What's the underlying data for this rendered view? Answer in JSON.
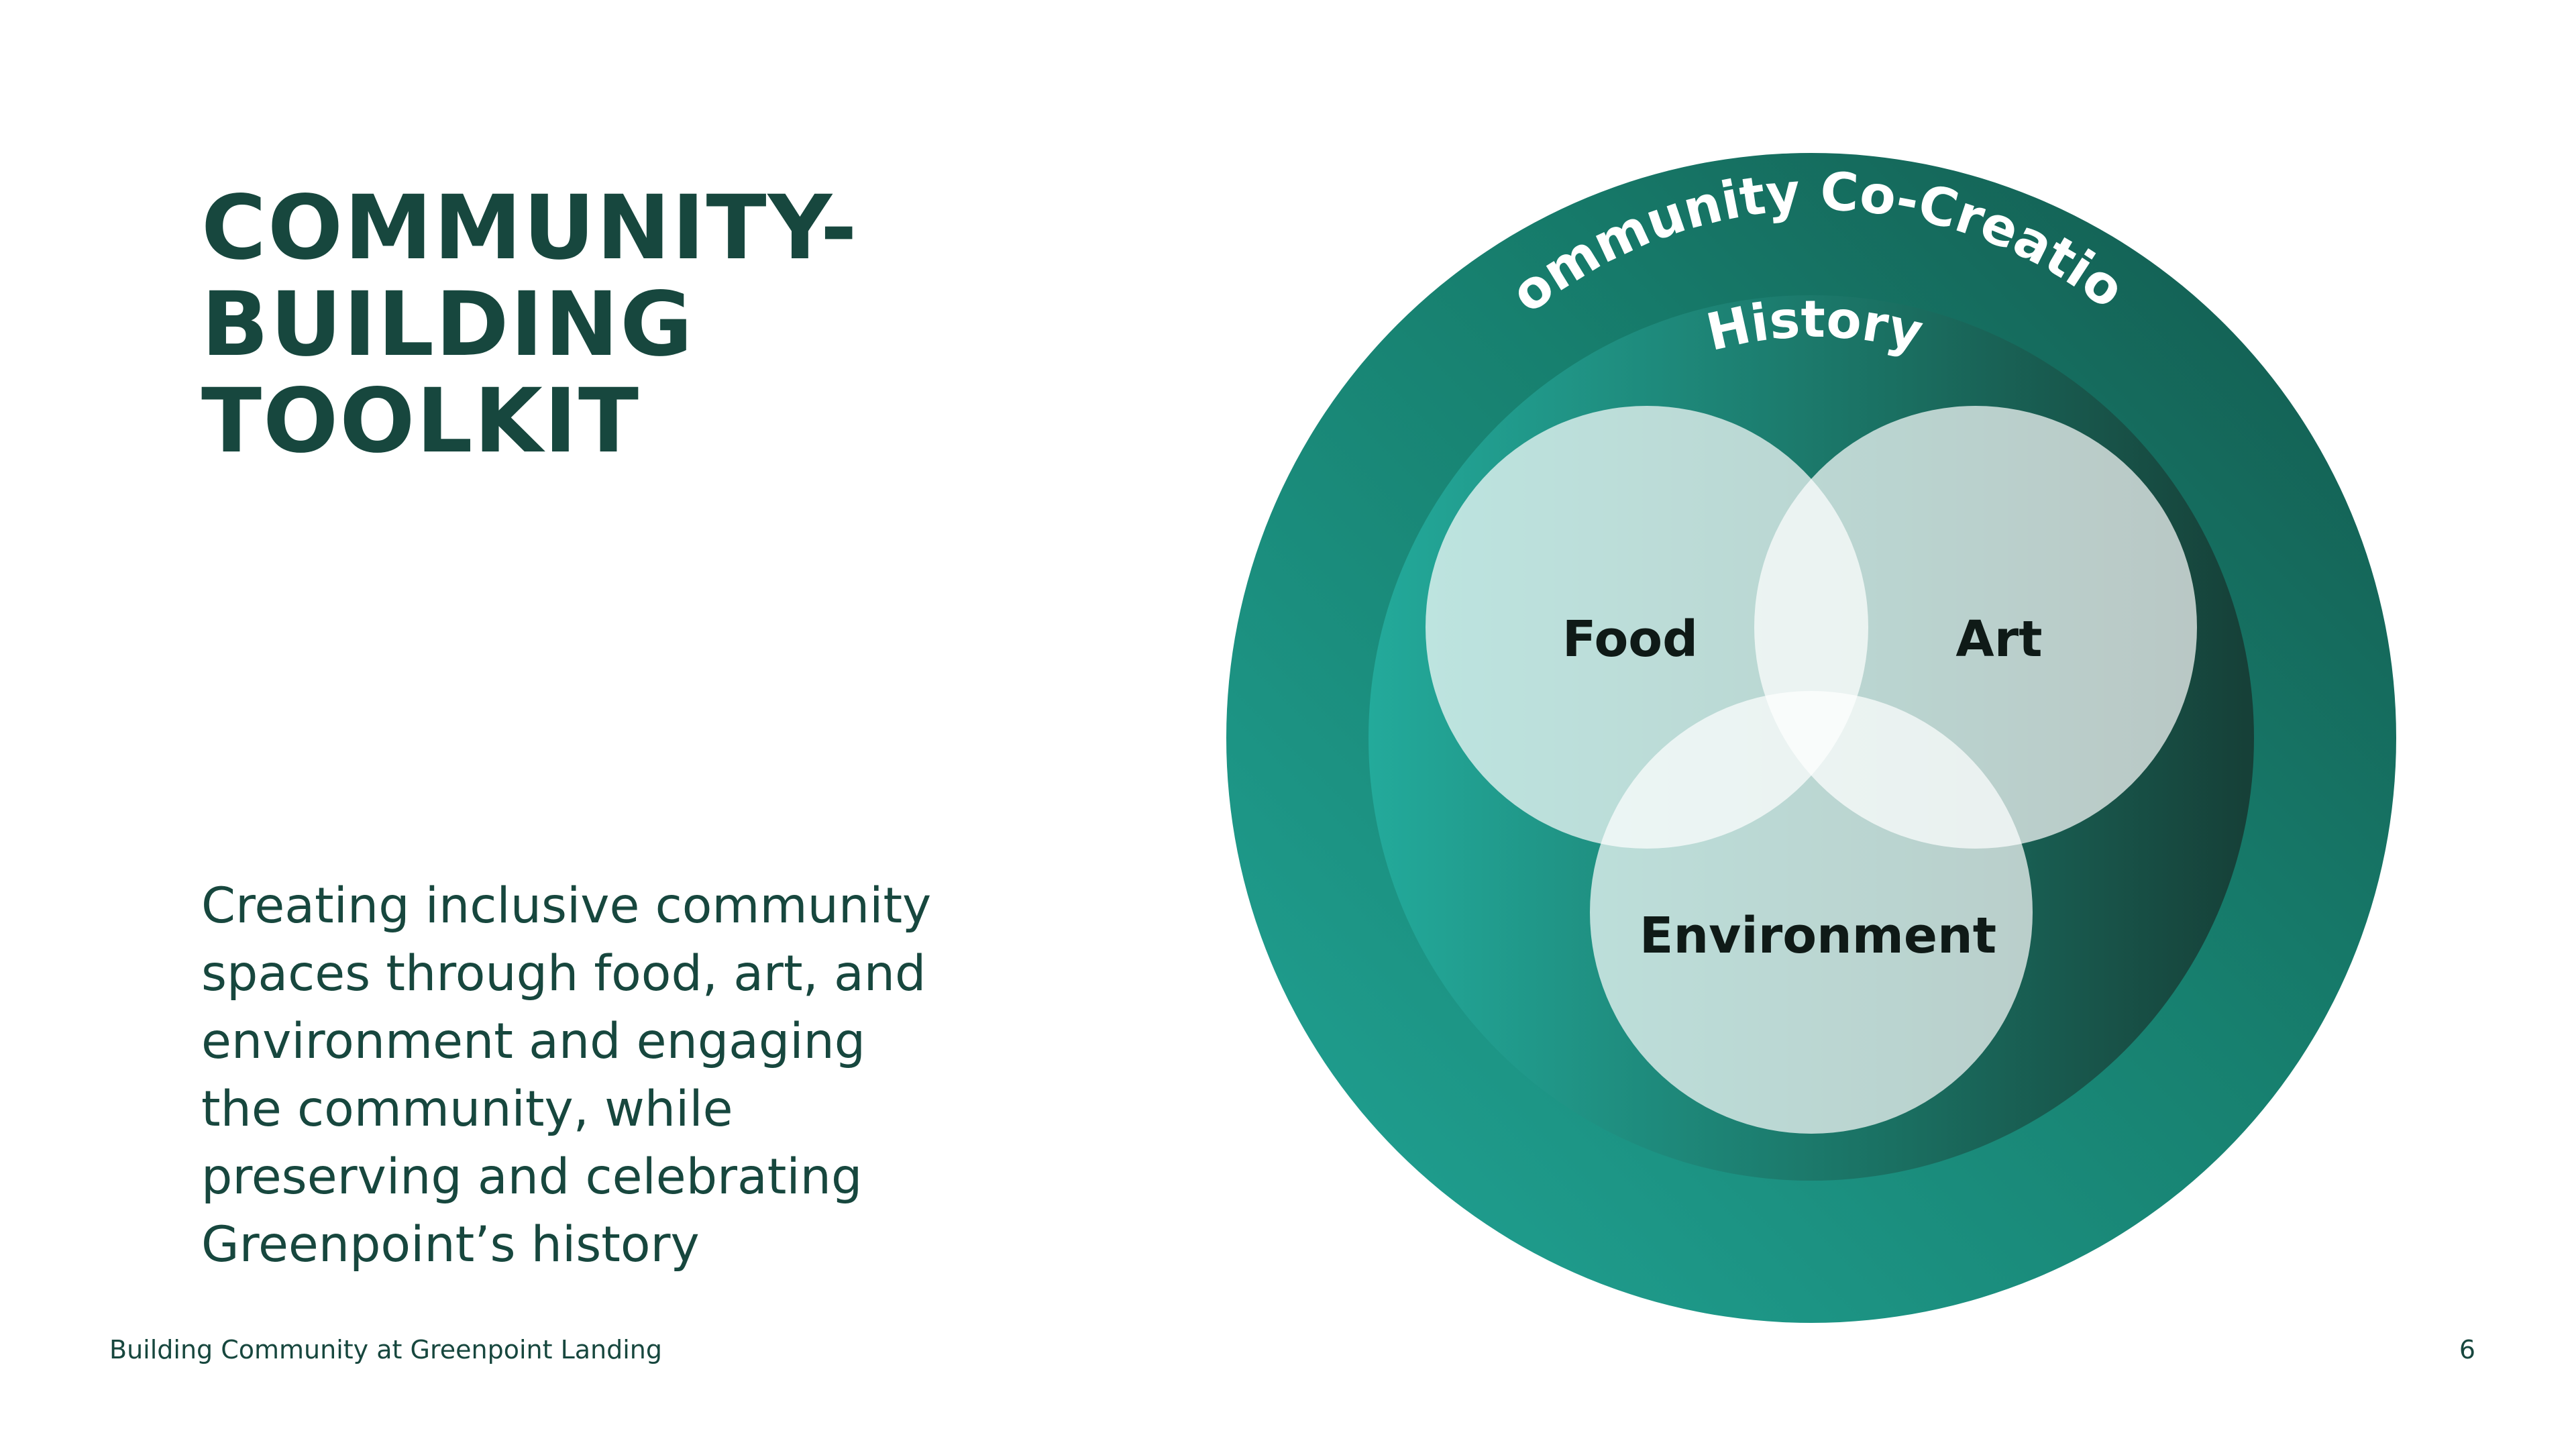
{
  "slide": {
    "title_lines": [
      "COMMUNITY-",
      "BUILDING",
      "TOOLKIT"
    ],
    "subtitle_lines": [
      "Creating inclusive community",
      "spaces through food, art, and",
      "environment and engaging",
      "the community, while",
      "preserving and celebrating",
      "Greenpoint’s history"
    ],
    "footer": "Building Community at Greenpoint Landing",
    "page_number": "6"
  },
  "diagram": {
    "outer_ring_label": "Community Co-Creation",
    "inner_ring_label": "History",
    "circles": {
      "food": "Food",
      "art": "Art",
      "environment": "Environment"
    }
  },
  "colors": {
    "title_text": "#17473e",
    "outer_ring_light": "#21a596",
    "outer_ring_dark": "#13564b",
    "inner_ring_light": "#23aa9b",
    "inner_ring_dark": "#163f37",
    "venn_fill": "#ffffff"
  }
}
